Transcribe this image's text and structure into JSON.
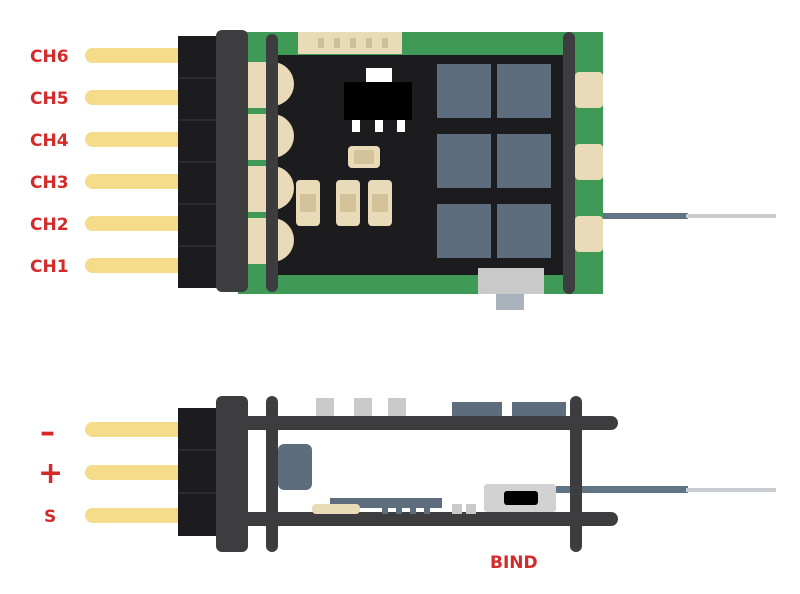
{
  "labels": {
    "ch6": "CH6",
    "ch5": "CH5",
    "ch4": "CH4",
    "ch3": "CH3",
    "ch2": "CH2",
    "ch1": "CH1",
    "minus": "–",
    "plus": "+",
    "signal": "S",
    "bind": "BIND"
  },
  "colors": {
    "pcb_green": "#3f9a58",
    "chip_black": "#1c1c1e",
    "pin_gold": "#f4dc8a",
    "component_beige": "#eadbb8",
    "grey_pad": "#5d6d7d",
    "frame_dark": "#3d3d3f",
    "label_red": "#d42a2a",
    "antenna_steel": "#5f7585",
    "antenna_light": "#c9cdd1"
  }
}
